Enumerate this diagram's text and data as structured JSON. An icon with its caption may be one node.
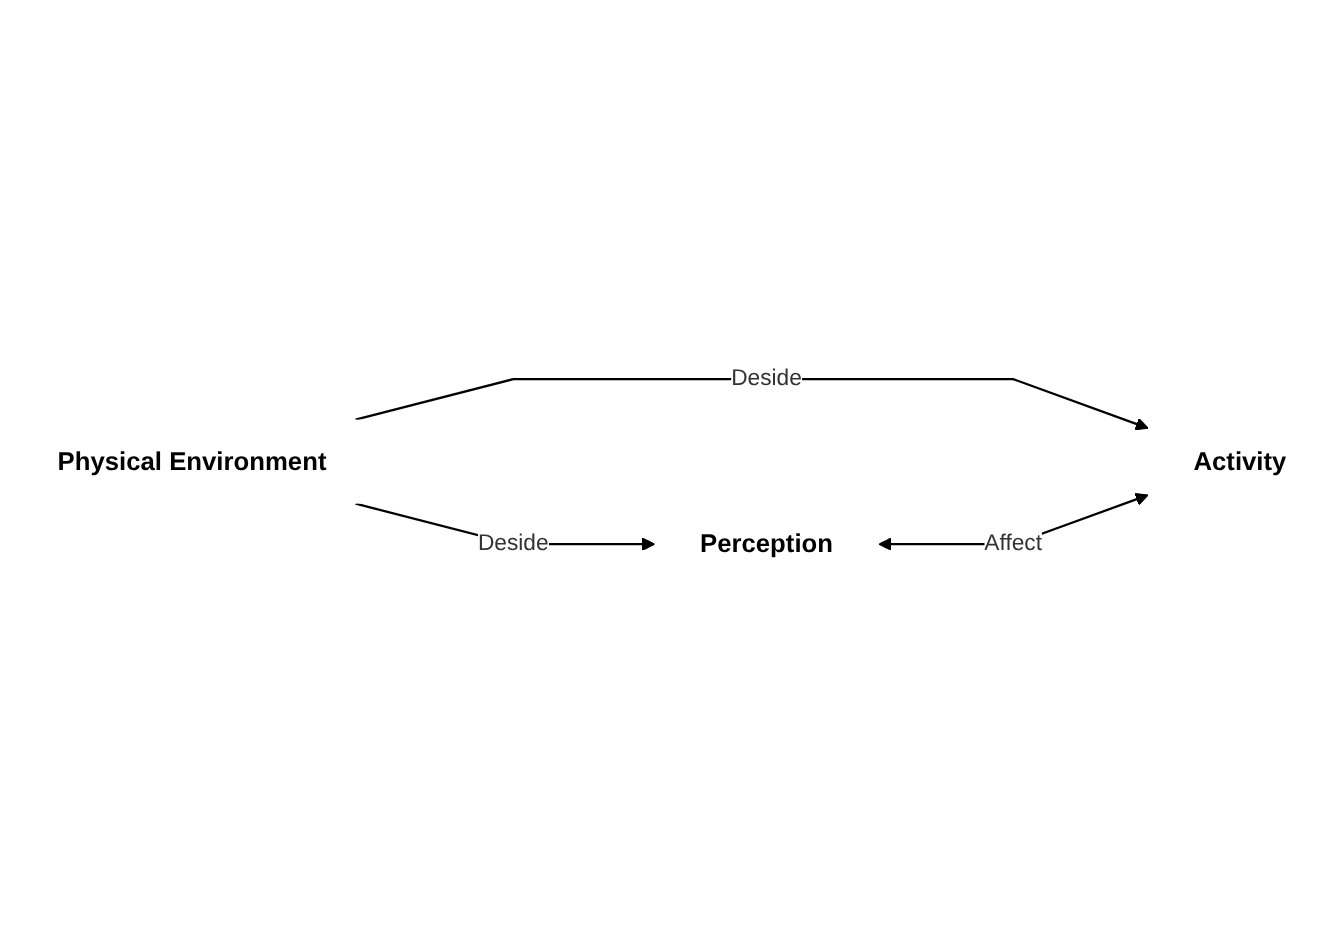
{
  "diagram": {
    "nodes": [
      {
        "text": [
          "Physical Environment"
        ]
      },
      {
        "text": [
          "Activity"
        ]
      },
      {
        "text": [
          "Perception"
        ]
      }
    ],
    "edges": [
      {
        "from": 0,
        "to": 1,
        "arrow": "to",
        "label": "Deside"
      },
      {
        "from": 0,
        "to": 2,
        "arrow": "to",
        "label": "Deside"
      },
      {
        "from": 2,
        "to": 1,
        "arrow": "both",
        "label": "Affect"
      }
    ]
  }
}
